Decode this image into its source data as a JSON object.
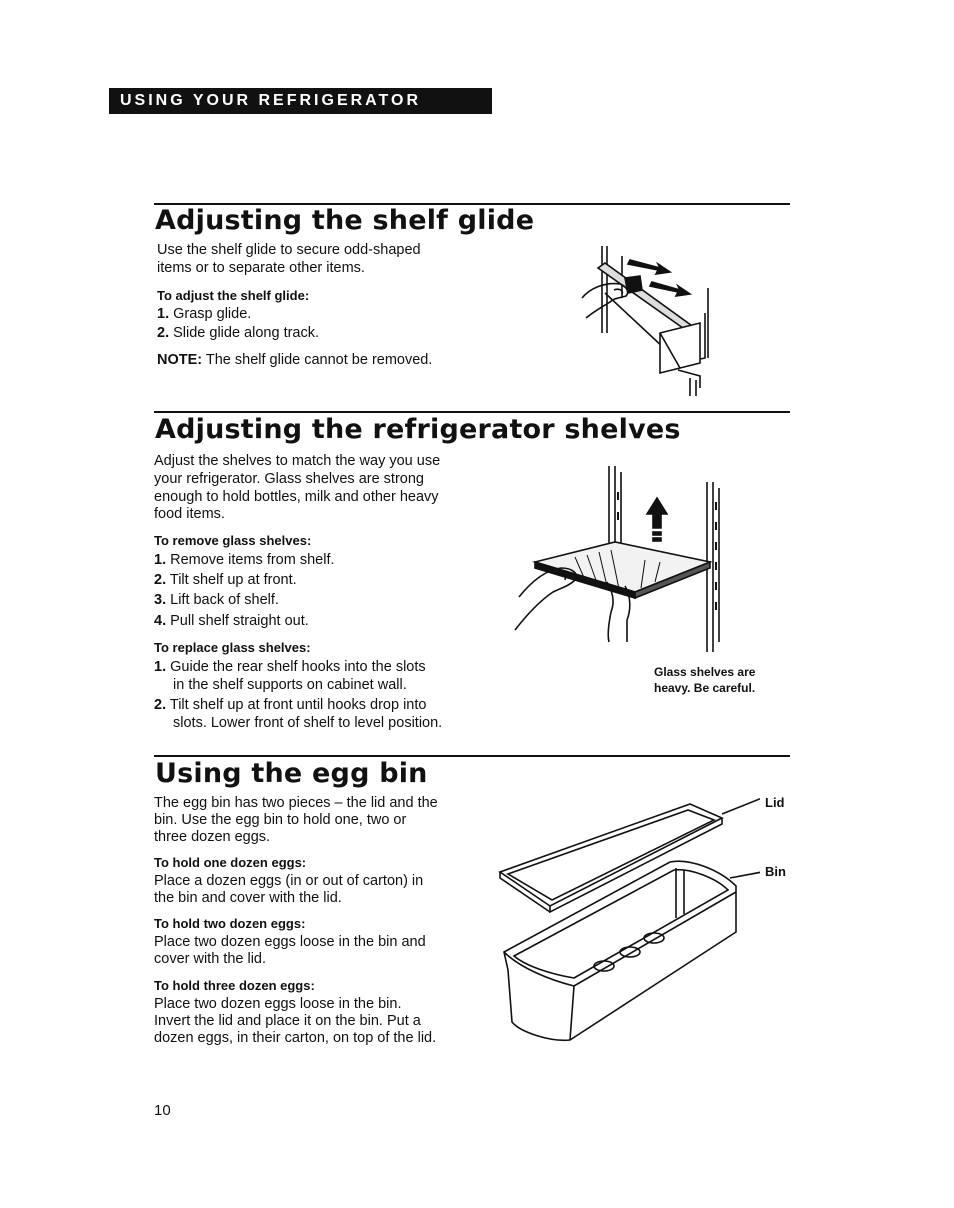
{
  "header": {
    "banner": "USING YOUR REFRIGERATOR"
  },
  "shelf_glide": {
    "title": "Adjusting the shelf glide",
    "intro": [
      "Use the shelf glide to secure odd-shaped",
      "items or to separate other items."
    ],
    "subhead": "To adjust the shelf glide:",
    "steps": [
      {
        "num": "1.",
        "text": "Grasp glide."
      },
      {
        "num": "2.",
        "text": "Slide glide along track."
      }
    ],
    "note_label": "NOTE:",
    "note_text": "The shelf glide cannot be removed."
  },
  "shelves": {
    "title": "Adjusting the refrigerator shelves",
    "intro": [
      "Adjust the shelves to match the way you use",
      "your refrigerator. Glass shelves are strong",
      "enough to hold bottles, milk and other heavy",
      "food items."
    ],
    "remove_head": "To remove glass shelves:",
    "remove_steps": [
      {
        "num": "1.",
        "text": "Remove items from shelf."
      },
      {
        "num": "2.",
        "text": "Tilt shelf up at front."
      },
      {
        "num": "3.",
        "text": "Lift back of shelf."
      },
      {
        "num": "4.",
        "text": "Pull shelf straight out."
      }
    ],
    "replace_head": "To replace glass shelves:",
    "replace_steps": [
      {
        "num": "1.",
        "lines": [
          "Guide the rear shelf hooks into the slots",
          "in the shelf supports on cabinet wall."
        ]
      },
      {
        "num": "2.",
        "lines": [
          "Tilt shelf up at front until hooks drop into",
          "slots. Lower front of shelf to level position."
        ]
      }
    ],
    "caption": [
      "Glass shelves are",
      "heavy. Be careful."
    ]
  },
  "egg_bin": {
    "title": "Using the egg bin",
    "intro": [
      "The egg bin has two pieces – the lid and the",
      "bin. Use the egg bin to hold one, two or",
      "three dozen eggs."
    ],
    "one_head": "To hold one dozen eggs:",
    "one_text": [
      "Place a dozen eggs (in or out of carton) in",
      "the bin and cover with the lid."
    ],
    "two_head": "To hold two dozen eggs:",
    "two_text": [
      "Place two dozen eggs loose in the bin and",
      "cover with the lid."
    ],
    "three_head": "To hold three dozen eggs:",
    "three_text": [
      "Place two dozen eggs loose in the bin.",
      "Invert the lid and place it on the bin. Put a",
      "dozen eggs, in their carton, on top of the lid."
    ],
    "label_lid": "Lid",
    "label_bin": "Bin"
  },
  "footer": {
    "page_number": "10"
  }
}
